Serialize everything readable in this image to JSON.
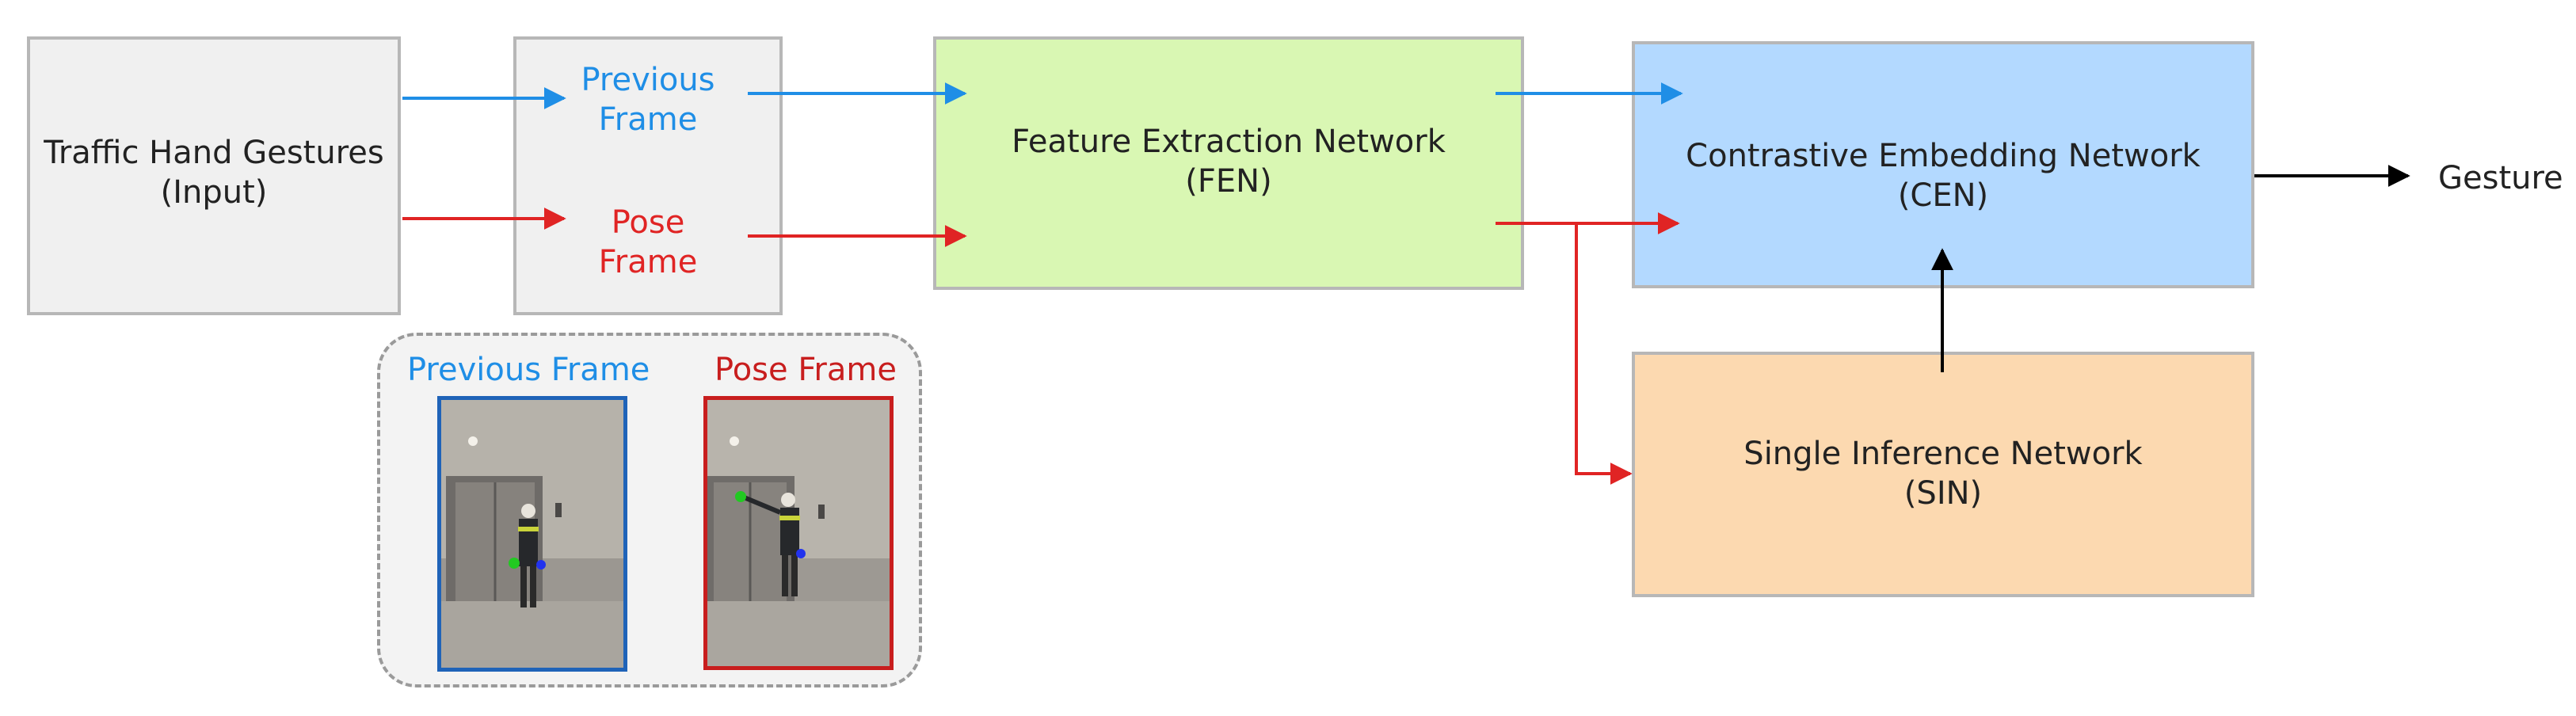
{
  "input_box": {
    "line1": "Traffic Hand Gestures",
    "line2": "(Input)"
  },
  "frames_box": {
    "previous": {
      "line1": "Previous",
      "line2": "Frame"
    },
    "pose": {
      "line1": "Pose",
      "line2": "Frame"
    }
  },
  "fen": {
    "line1": "Feature Extraction Network",
    "line2": "(FEN)"
  },
  "cen": {
    "line1": "Contrastive Embedding Network",
    "line2": "(CEN)"
  },
  "sin": {
    "line1": "Single Inference Network",
    "line2": "(SIN)"
  },
  "output": {
    "label": "Gesture"
  },
  "inset": {
    "previous_title": "Previous Frame",
    "pose_title": "Pose Frame"
  },
  "colors": {
    "blue": "#1f8ee6",
    "red": "#e02424",
    "black": "#000000",
    "gray_box": "#f0f0f0",
    "fen_fill": "#d9f7b3",
    "cen_fill": "#b3d9ff",
    "sin_fill": "#fcd9b0",
    "prev_border": "#1f63b8",
    "pose_border": "#c81e1e"
  }
}
